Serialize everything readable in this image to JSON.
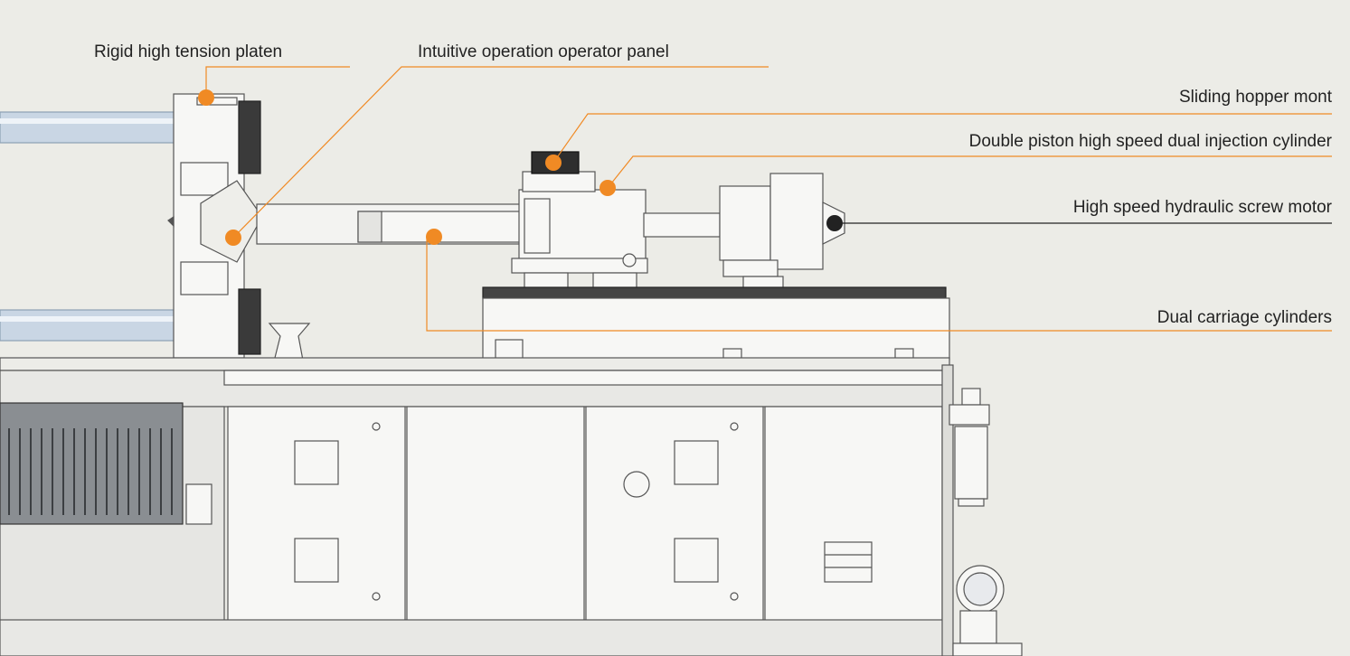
{
  "colors": {
    "background": "#ecece7",
    "accent": "#f08a24",
    "leader_dark": "#222222",
    "metal": "#f7f7f5",
    "outline": "#555555",
    "frame": "#e6e6e3",
    "tie_bar": "#c9d6e4"
  },
  "callouts": [
    {
      "id": "platen",
      "label": "Rigid high tension platen",
      "marker_color": "accent"
    },
    {
      "id": "panel",
      "label": "Intuitive operation operator panel",
      "marker_color": "accent"
    },
    {
      "id": "hopper",
      "label": "Sliding hopper mont",
      "marker_color": "accent"
    },
    {
      "id": "injection",
      "label": "Double piston high speed dual injection cylinder",
      "marker_color": "accent"
    },
    {
      "id": "screw-motor",
      "label": "High speed hydraulic screw motor",
      "marker_color": "leader_dark"
    },
    {
      "id": "carriage",
      "label": "Dual carriage cylinders",
      "marker_color": "accent"
    }
  ]
}
